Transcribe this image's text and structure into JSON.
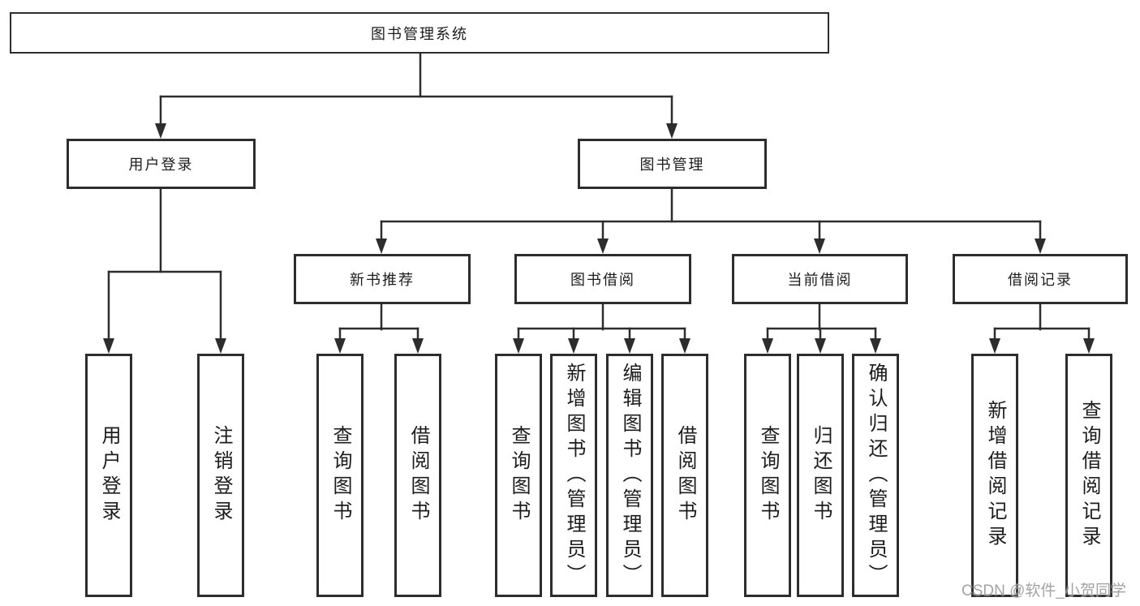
{
  "diagram_title": "图书管理系统",
  "nodes": {
    "root": {
      "id": "library-management-system",
      "label": "图书管理系统"
    },
    "level2": [
      {
        "id": "user-login",
        "label": "用户登录",
        "parent": "library-management-system"
      },
      {
        "id": "book-management",
        "label": "图书管理",
        "parent": "library-management-system"
      }
    ],
    "level3": [
      {
        "id": "new-book-recommend",
        "label": "新书推荐",
        "parent": "book-management"
      },
      {
        "id": "book-borrow",
        "label": "图书借阅",
        "parent": "book-management"
      },
      {
        "id": "current-borrow",
        "label": "当前借阅",
        "parent": "book-management"
      },
      {
        "id": "borrow-records",
        "label": "借阅记录",
        "parent": "book-management"
      }
    ],
    "leaves": [
      {
        "id": "leaf-user-login",
        "label": "用户登录",
        "parent": "user-login"
      },
      {
        "id": "leaf-logout",
        "label": "注销登录",
        "parent": "user-login"
      },
      {
        "id": "leaf-query-book-recommend",
        "label": "查询图书",
        "parent": "new-book-recommend"
      },
      {
        "id": "leaf-borrow-book-recommend",
        "label": "借阅图书",
        "parent": "new-book-recommend"
      },
      {
        "id": "leaf-query-book-borrow",
        "label": "查询图书",
        "parent": "book-borrow"
      },
      {
        "id": "leaf-add-book-admin",
        "label": "新增图书（管理员）",
        "parent": "book-borrow"
      },
      {
        "id": "leaf-edit-book-admin",
        "label": "编辑图书（管理员）",
        "parent": "book-borrow"
      },
      {
        "id": "leaf-borrow-book",
        "label": "借阅图书",
        "parent": "book-borrow"
      },
      {
        "id": "leaf-query-book-current",
        "label": "查询图书",
        "parent": "current-borrow"
      },
      {
        "id": "leaf-return-book",
        "label": "归还图书",
        "parent": "current-borrow"
      },
      {
        "id": "leaf-confirm-return-admin",
        "label": "确认归还（管理员）",
        "parent": "current-borrow"
      },
      {
        "id": "leaf-add-borrow-record",
        "label": "新增借阅记录",
        "parent": "borrow-records"
      },
      {
        "id": "leaf-query-borrow-record",
        "label": "查询借阅记录",
        "parent": "borrow-records"
      }
    ]
  },
  "watermark": {
    "text": "CSDN @软件_小贺同学"
  },
  "colors": {
    "background": "#ffffff",
    "box_border": "#2d2d2d",
    "connector_line": "#2d2d2d",
    "text": "#1c1c1c",
    "watermark_text": "#979797"
  }
}
